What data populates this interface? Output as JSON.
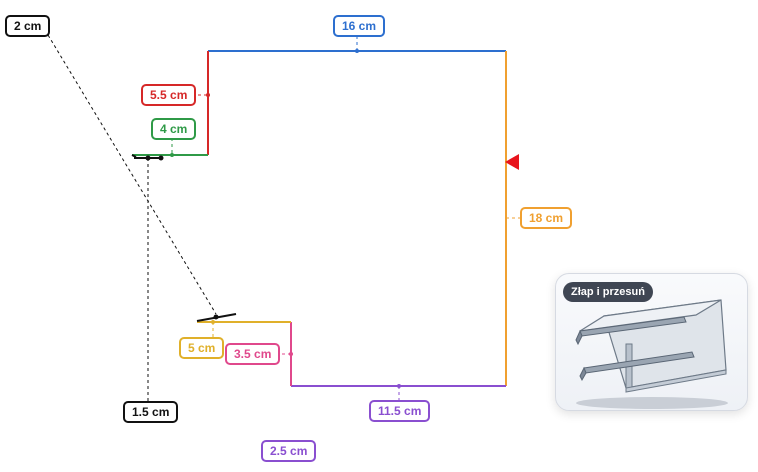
{
  "colors": {
    "red": "#d62828",
    "blue": "#2d6fcf",
    "orange": "#f0a030",
    "purple": "#8a4fd0",
    "pink": "#e0488c",
    "gold": "#e0b02a",
    "green": "#2f9a47",
    "black": "#111111"
  },
  "dimensions": {
    "top_width": "16 cm",
    "right_height": "18 cm",
    "left_step_height": "5.5 cm",
    "left_ledge": "4 cm",
    "bottom_width": "11.5 cm",
    "inner_step_height": "3.5 cm",
    "bottom_ledge": "5 cm",
    "flange_top": "2 cm",
    "flange_left": "1.5 cm",
    "loose_label": "2.5 cm"
  },
  "preview": {
    "badge": "Złap i przesuń",
    "icon": "profile-3d-icon"
  },
  "marker": {
    "icon": "red-arrow-marker-icon"
  }
}
